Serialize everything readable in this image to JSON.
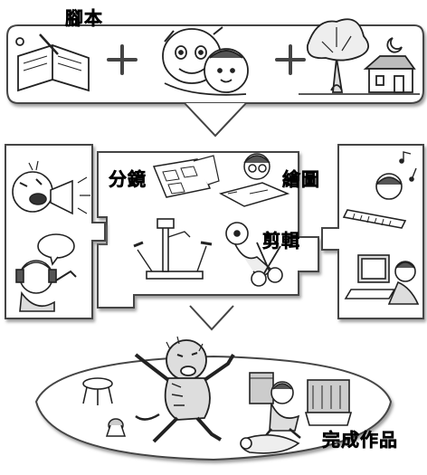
{
  "labels": {
    "script": "腳本",
    "storyboard": "分鏡",
    "drawing": "繪圖",
    "editing": "剪輯",
    "final_work": "完成作品"
  }
}
